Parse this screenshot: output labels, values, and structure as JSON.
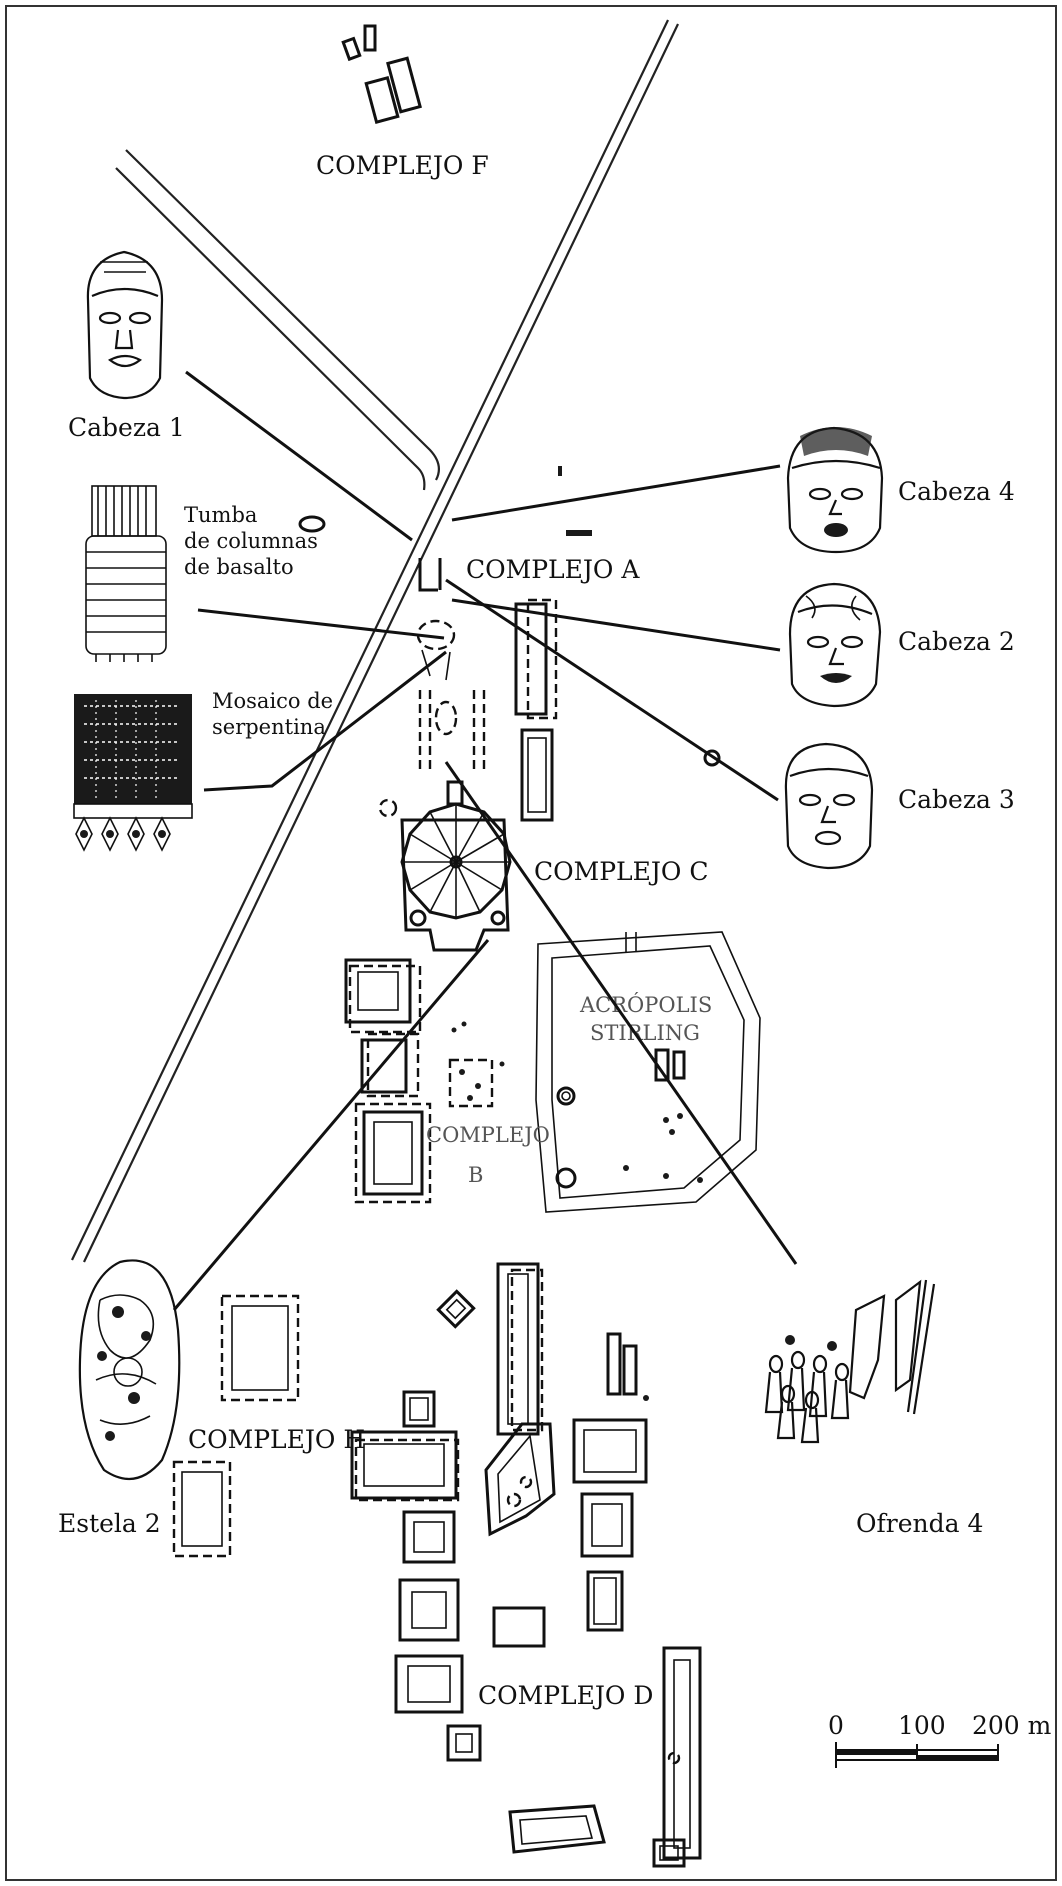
{
  "map": {
    "labels": {
      "complejo_f": "COMPLEJO F",
      "cabeza_1": "Cabeza 1",
      "tumba_l1": "Tumba",
      "tumba_l2": "de columnas",
      "tumba_l3": "de basalto",
      "complejo_a": "COMPLEJO A",
      "cabeza_4": "Cabeza 4",
      "cabeza_2": "Cabeza 2",
      "cabeza_3": "Cabeza 3",
      "mosaico_l1": "Mosaico de",
      "mosaico_l2": "serpentina",
      "complejo_c": "COMPLEJO C",
      "acropolis_l1": "ACRÓPOLIS",
      "acropolis_l2": "STIRLING",
      "complejo_b_l1": "COMPLEJO",
      "complejo_b_l2": "B",
      "complejo_h": "COMPLEJO H",
      "estela_2": "Estela 2",
      "ofrenda_4": "Ofrenda 4",
      "complejo_d": "COMPLEJO D"
    },
    "scale": {
      "ticks": [
        "0",
        "100",
        "200 m"
      ]
    },
    "colors": {
      "ink": "#111111",
      "paper": "#ffffff",
      "faint_label": "#555555"
    }
  }
}
